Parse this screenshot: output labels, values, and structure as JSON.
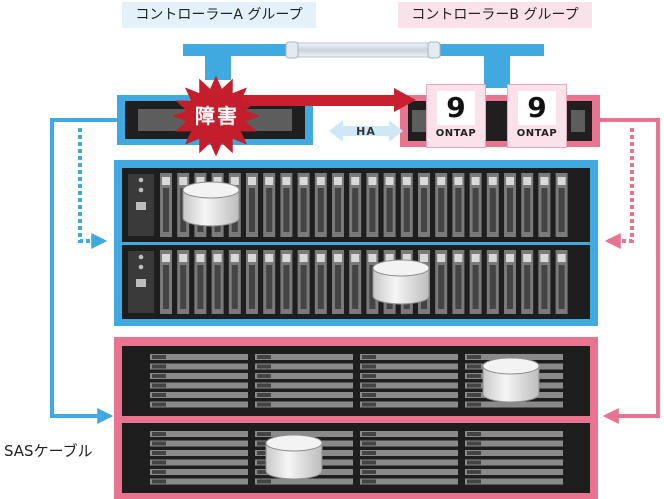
{
  "labels": {
    "group_a": "コントローラーA グループ",
    "group_b": "コントローラーB グループ",
    "ha": "HA",
    "fault": "障害",
    "sas_cable": "SASケーブル"
  },
  "controllers": [
    {
      "version": "9",
      "os": "ONTAP"
    },
    {
      "version": "9",
      "os": "ONTAP"
    }
  ],
  "colors": {
    "blue": "#3fa9e0",
    "pink": "#e8748f",
    "dark_red": "#c8202f",
    "burst_red": "#c41e2c",
    "group_a_bg": "#e3f1fb",
    "group_b_bg": "#fbe1ea"
  },
  "icons": [
    "starburst-icon",
    "disk-cylinder-icon",
    "double-arrow-icon"
  ]
}
